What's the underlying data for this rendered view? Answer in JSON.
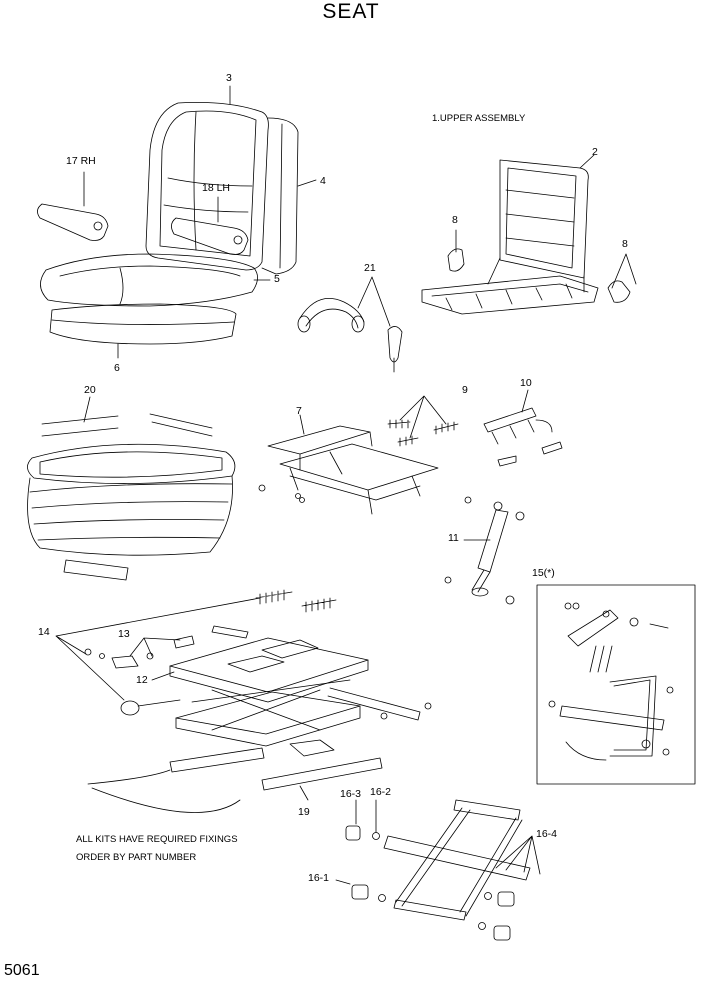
{
  "title": "SEAT",
  "page_code": "5061",
  "notes": {
    "upper_assembly": "1.UPPER ASSEMBLY",
    "kits": "ALL KITS HAVE REQUIRED FIXINGS",
    "order": "ORDER BY PART NUMBER"
  },
  "callouts": {
    "p2": "2",
    "p3": "3",
    "p4": "4",
    "p5": "5",
    "p6": "6",
    "p7": "7",
    "p8a": "8",
    "p8b": "8",
    "p9": "9",
    "p10": "10",
    "p11": "11",
    "p12": "12",
    "p13": "13",
    "p14": "14",
    "p15": "15(*)",
    "p16_1": "16-1",
    "p16_2": "16-2",
    "p16_3": "16-3",
    "p16_4": "16-4",
    "p17": "17 RH",
    "p18": "18 LH",
    "p19": "19",
    "p20": "20",
    "p21": "21"
  }
}
